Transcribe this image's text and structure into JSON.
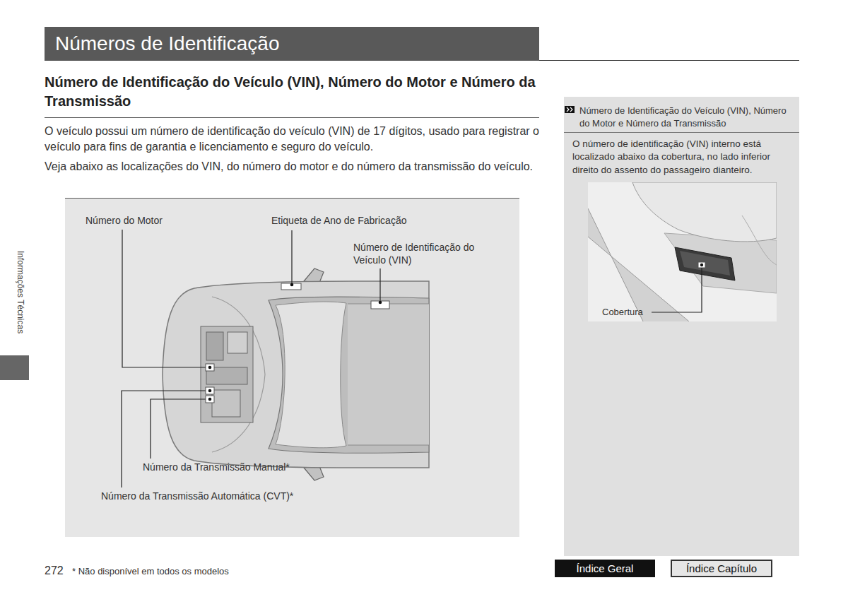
{
  "diagram": {
    "title": "Números de Identificação",
    "nodes": [
      {
        "text": [
          "Número de Identificação do Veículo (VIN), Número do Motor e Número da Transmissão",
          "O número de identificação (VIN) interno está localizado abaixo da cobertura, no lado inferior direito do assento do passageiro dianteiro."
        ]
      },
      {
        "text": [
          "Índice Geral"
        ]
      },
      {
        "text": [
          "Índice Capítulo"
        ]
      }
    ],
    "labels": [
      "Número de Identificação do Veículo (VIN), Número do Motor e Número da Transmissão",
      "O veículo possui um número de identificação do veículo (VIN) de 17 dígitos, usado para registrar o veículo para fins de garantia e licenciamento e seguro do veículo.",
      "Veja abaixo as localizações do VIN, do número do motor e do número da transmissão do veículo.",
      "Número do Motor",
      "Etiqueta de Ano de Fabricação",
      "Número de Identificação do Veículo (VIN)",
      "Número da Transmissão Manual*",
      "Número da Transmissão Automática (CVT)*",
      "Cobertura",
      "Informações Técnicas",
      "272",
      "* Não disponível em todos os modelos"
    ]
  }
}
